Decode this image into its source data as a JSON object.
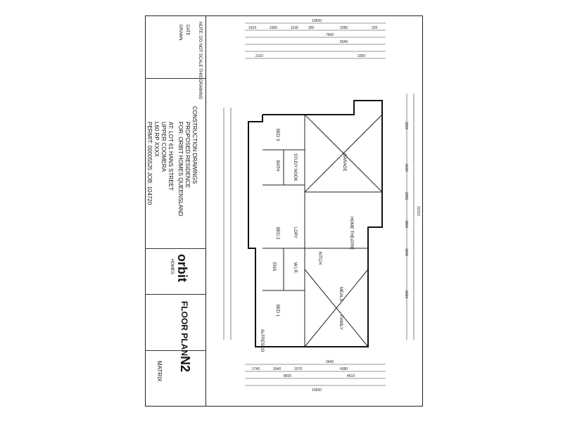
{
  "title_block": {
    "note_top": "NOTE: DO NOT SCALE THIS DRAWING",
    "project_label": "CONSTRUCTION DRAWINGS",
    "proposed": "PROPOSED RESIDENCE",
    "for": "FOR: ORBIT HOMES QUEENSLAND",
    "address1": "AT: LOT 61 HANS STREET",
    "address2": "UPPER COOMERA",
    "rp": "L60 RP XXXX",
    "permit": "PERMIT: 00005525 JOB: 104720",
    "brand": "orbit",
    "brand_sub": "HOMES",
    "sheet_title": "FLOOR PLAN",
    "sheet_no": "N2",
    "series": "MATRIX",
    "date_label": "DATE",
    "drawn_label": "DRAWN"
  },
  "rooms": {
    "garage": "GARAGE",
    "home_theatre": "HOME THEATRE",
    "meals": "MEALS",
    "family": "FAMILY",
    "bed1": "BED 1",
    "bed2": "BED 2",
    "bed3": "BED 3",
    "bath": "BATH",
    "study": "STUDY NOOK",
    "wir": "W.I.R.",
    "ens": "ENS",
    "kitch": "KITCH",
    "ldry": "LDRY",
    "alfresco": "ALFRESCO"
  },
  "dimensions": {
    "overall_top": "10650",
    "overall_bottom": "10650",
    "overall_side": "22310",
    "d1": "1910",
    "d2": "1560",
    "d3": "1100",
    "d4": "350",
    "d5": "3280",
    "d6": "220",
    "d7": "7600",
    "d8": "5040",
    "d9": "3350",
    "d10": "2110",
    "b1": "1740",
    "b2": "1640",
    "b3": "1570",
    "b4": "2640",
    "b5": "4380",
    "b6": "8500",
    "b7": "4610",
    "s1": "3200",
    "s2": "6630",
    "s3": "3800",
    "s4": "3640",
    "s5": "2250",
    "s6": "6600"
  }
}
